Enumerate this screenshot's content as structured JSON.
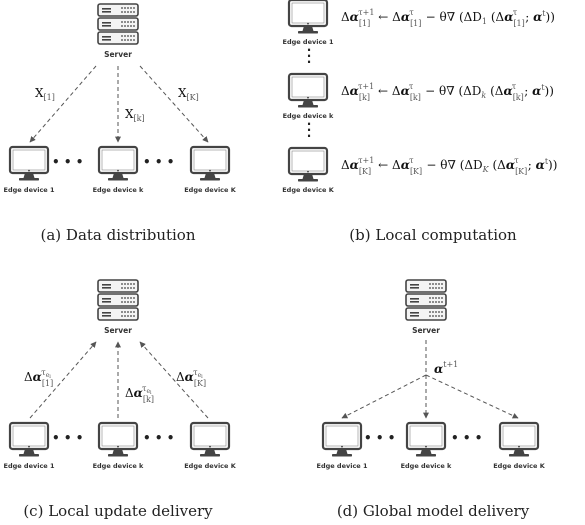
{
  "panels": {
    "a": {
      "caption": "(a) Data distribution",
      "server": "Server",
      "devices": [
        "Edge device 1",
        "Edge device k",
        "Edge device K"
      ],
      "arrow_labels": [
        "X[1]",
        "X[k]",
        "X[K]"
      ]
    },
    "b": {
      "caption": "(b) Local computation",
      "devices": [
        "Edge device 1",
        "Edge device k",
        "Edge device K"
      ],
      "equations": [
        "Δα[1]^{τ+1} ← Δα[1]^{τ} − θ∇(ΔD_1(Δα[1]^{τ}; α^{t}))",
        "Δα[k]^{τ+1} ← Δα[k]^{τ} − θ∇(ΔD_k(Δα[k]^{τ}; α^{t}))",
        "Δα[K]^{τ+1} ← Δα[K]^{τ} − θ∇(ΔD_K(Δα[K]^{τ}; α^{t}))"
      ]
    },
    "c": {
      "caption": "(c) Local update delivery",
      "server": "Server",
      "devices": [
        "Edge device 1",
        "Edge device k",
        "Edge device K"
      ],
      "arrow_labels": [
        "Δα[1]^{τ_{e_l}}",
        "Δα[k]^{τ_{e_l}}",
        "Δα[K]^{τ_{e_l}}"
      ]
    },
    "d": {
      "caption": "(d) Global model delivery",
      "server": "Server",
      "devices": [
        "Edge device 1",
        "Edge device k",
        "Edge device K"
      ],
      "arrow_label": "α^{t+1}"
    }
  }
}
